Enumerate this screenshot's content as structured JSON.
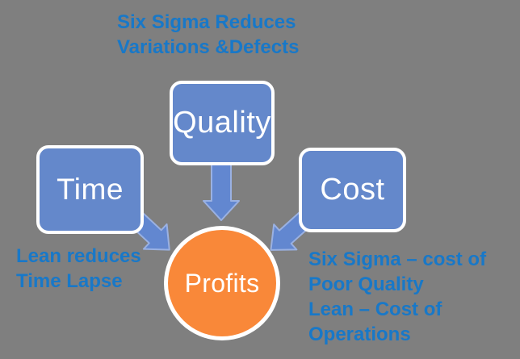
{
  "diagram": {
    "title_note": "Six Sigma Reduces\nVariations &Defects",
    "left_note": "Lean reduces\nTime Lapse",
    "right_note": "Six Sigma – cost of\nPoor Quality\nLean – Cost of\nOperations",
    "nodes": {
      "time": "Time",
      "quality": "Quality",
      "cost": "Cost",
      "profits": "Profits"
    },
    "colors": {
      "background": "#7F7F7F",
      "node_blue": "#6488CB",
      "arrow_blue": "#6287D0",
      "arrow_outline": "#9AB1E2",
      "profits_orange": "#F98839",
      "note_text_blue": "#1878C8",
      "node_text": "#FFFFFF"
    }
  }
}
